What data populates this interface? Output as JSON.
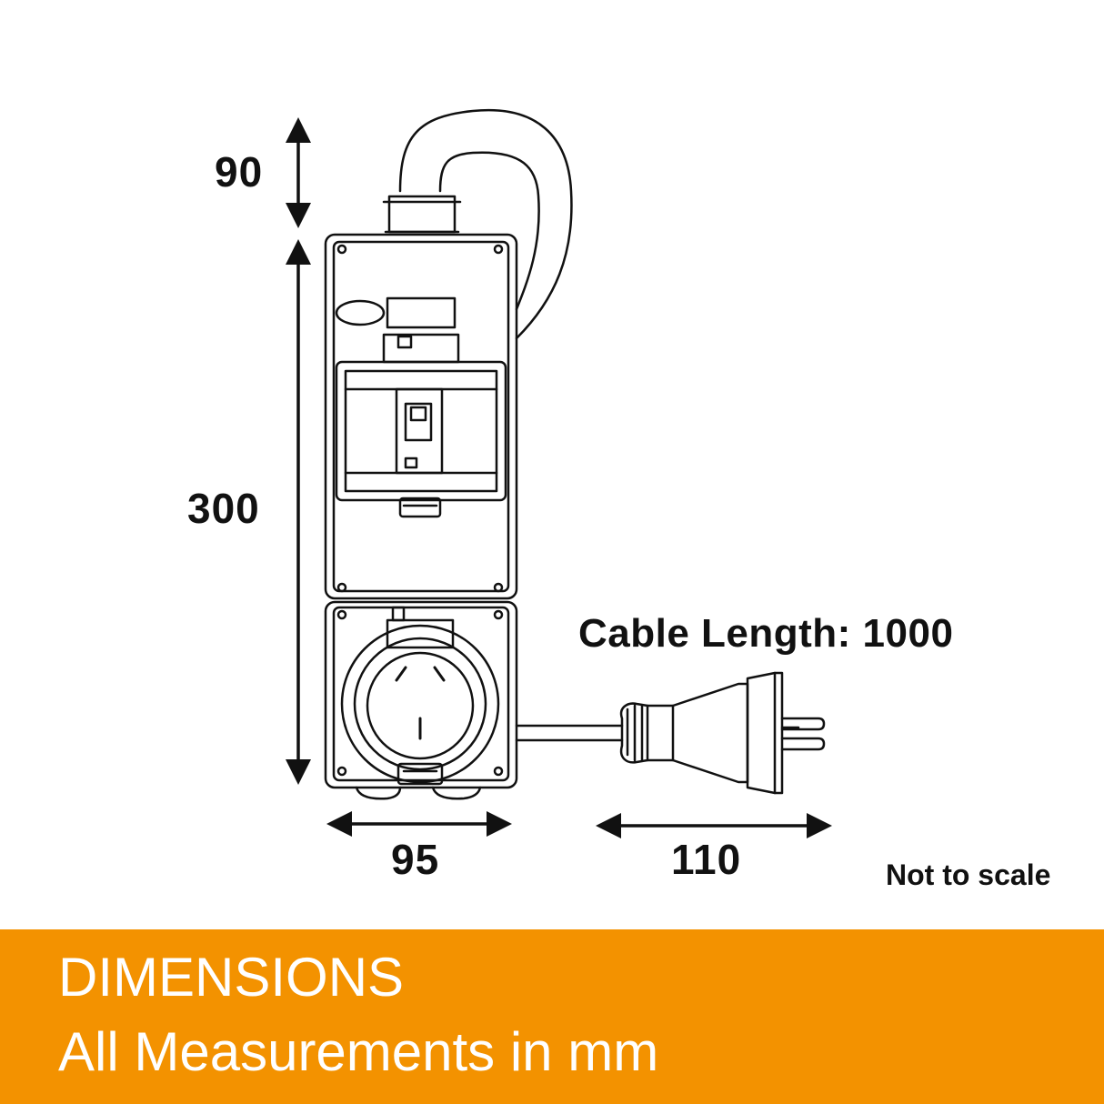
{
  "dimensions": {
    "cable_top": "90",
    "height": "300",
    "width": "95",
    "plug_length": "110",
    "cable_length": "Cable Length: 1000",
    "scale_note": "Not to scale"
  },
  "banner": {
    "title": "DIMENSIONS",
    "subtitle": "All Measurements in mm",
    "color": "#f39200"
  },
  "colors": {
    "line": "#111111",
    "background": "#ffffff"
  }
}
